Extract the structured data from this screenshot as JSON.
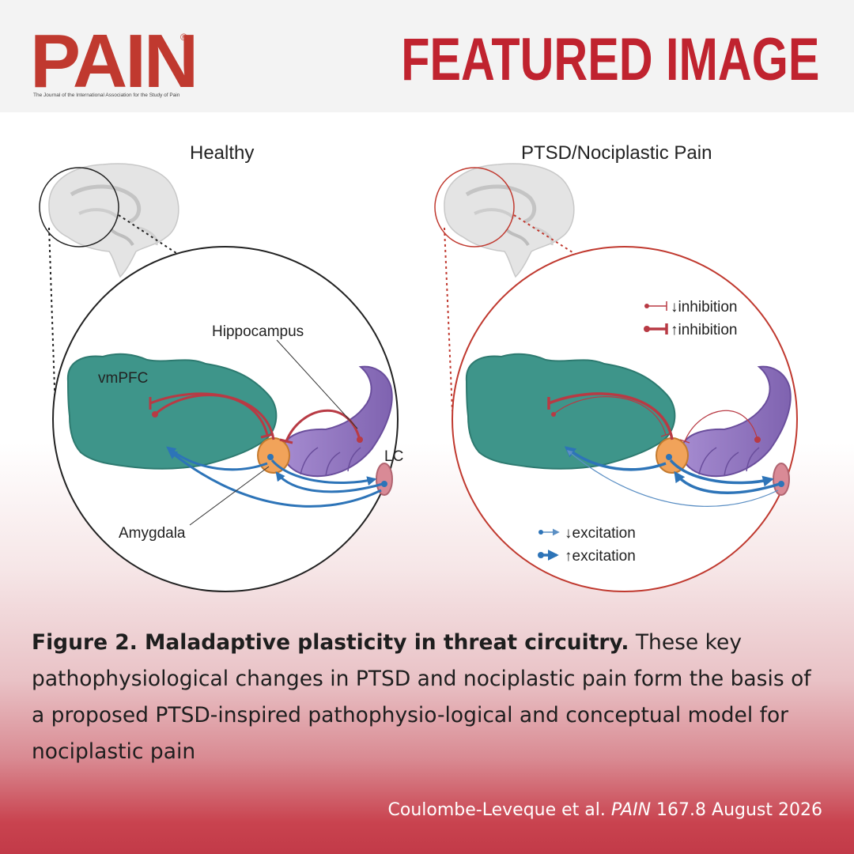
{
  "header": {
    "logo": "PAIN",
    "logo_mark": "®",
    "logo_subtitle": "The Journal of the International Association for the Study of Pain",
    "banner": "FEATURED IMAGE"
  },
  "panels": {
    "healthy": {
      "title": "Healthy",
      "labels": {
        "vmpfc": "vmPFC",
        "hippocampus": "Hippocampus",
        "lc": "LC",
        "amygdala": "Amygdala"
      }
    },
    "ptsd": {
      "title": "PTSD/Nociplastic Pain"
    }
  },
  "legend": {
    "dec_inhibition": "↓inhibition",
    "inc_inhibition": "↑inhibition",
    "dec_excitation": "↓excitation",
    "inc_excitation": "↑excitation"
  },
  "caption": {
    "bold": "Figure 2. Maladaptive plasticity in threat circuitry.",
    "text": " These key pathophysiological changes in PTSD and nociplastic pain form the basis of a proposed PTSD-inspired pathophysio-logical and conceptual model for nociplastic pain"
  },
  "citation": {
    "authors": "Coulombe-Leveque et al. ",
    "journal": "PAIN",
    "issue": " 167.8 August 2026"
  },
  "colors": {
    "brand_red": "#c0392f",
    "teal": "#3e958a",
    "purple": "#8d73bb",
    "amygdala_orange": "#f1a35a",
    "lc_pink": "#d98a96",
    "inhibition_red": "#b83a44",
    "excitation_blue": "#2d74b8"
  }
}
